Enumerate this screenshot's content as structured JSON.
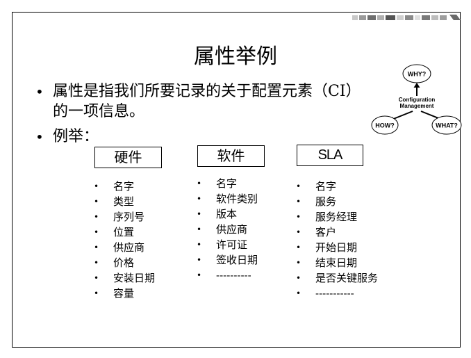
{
  "slide": {
    "title": "属性举例",
    "bullets": [
      {
        "lines": [
          "属性是指我们所要记录的关于配置元素（CI）",
          "的一项信息。"
        ]
      },
      {
        "lines": [
          "例举："
        ]
      }
    ],
    "columns": [
      {
        "header": "硬件",
        "items": [
          "名字",
          "类型",
          "序列号",
          "位置",
          "供应商",
          "价格",
          "安装日期",
          "容量"
        ]
      },
      {
        "header": "软件",
        "items": [
          "名字",
          "软件类别",
          "版本",
          "供应商",
          "许可证",
          "签收日期",
          "----------"
        ]
      },
      {
        "header": "SLA",
        "items": [
          "名字",
          "服务",
          "服务经理",
          "客户",
          "开始日期",
          "结束日期",
          "是否关键服务",
          "-----------"
        ]
      }
    ],
    "bullet_symbol": "•"
  },
  "diagram": {
    "why": "WHY?",
    "how": "HOW?",
    "what": "WHAT?",
    "center_line1": "Configuration",
    "center_line2": "Management"
  },
  "colors": {
    "text": "#000000",
    "background": "#ffffff"
  }
}
